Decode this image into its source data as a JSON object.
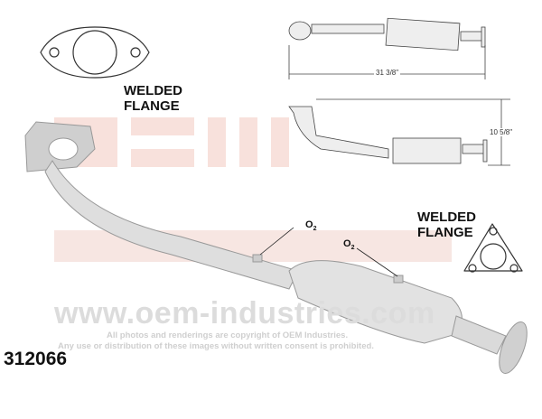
{
  "flange_top_label": [
    "WELDED",
    "FLANGE"
  ],
  "flange_right_label": [
    "WELDED",
    "FLANGE"
  ],
  "dimensions": {
    "length": "31 3/8\"",
    "height": "10 5/8\""
  },
  "sensor_labels": [
    "O",
    "2"
  ],
  "watermark": {
    "logo": "OEM INDUSTRIES",
    "url": "www.oem-industries.com",
    "notice_line1": "All photos and renderings are copyright of OEM Industries.",
    "notice_line2": "Any use or distribution of these images without written consent is prohibited."
  },
  "part_number": "312066",
  "colors": {
    "watermark_red": "#f6dcd6",
    "pipe": "#d9d9d9"
  }
}
